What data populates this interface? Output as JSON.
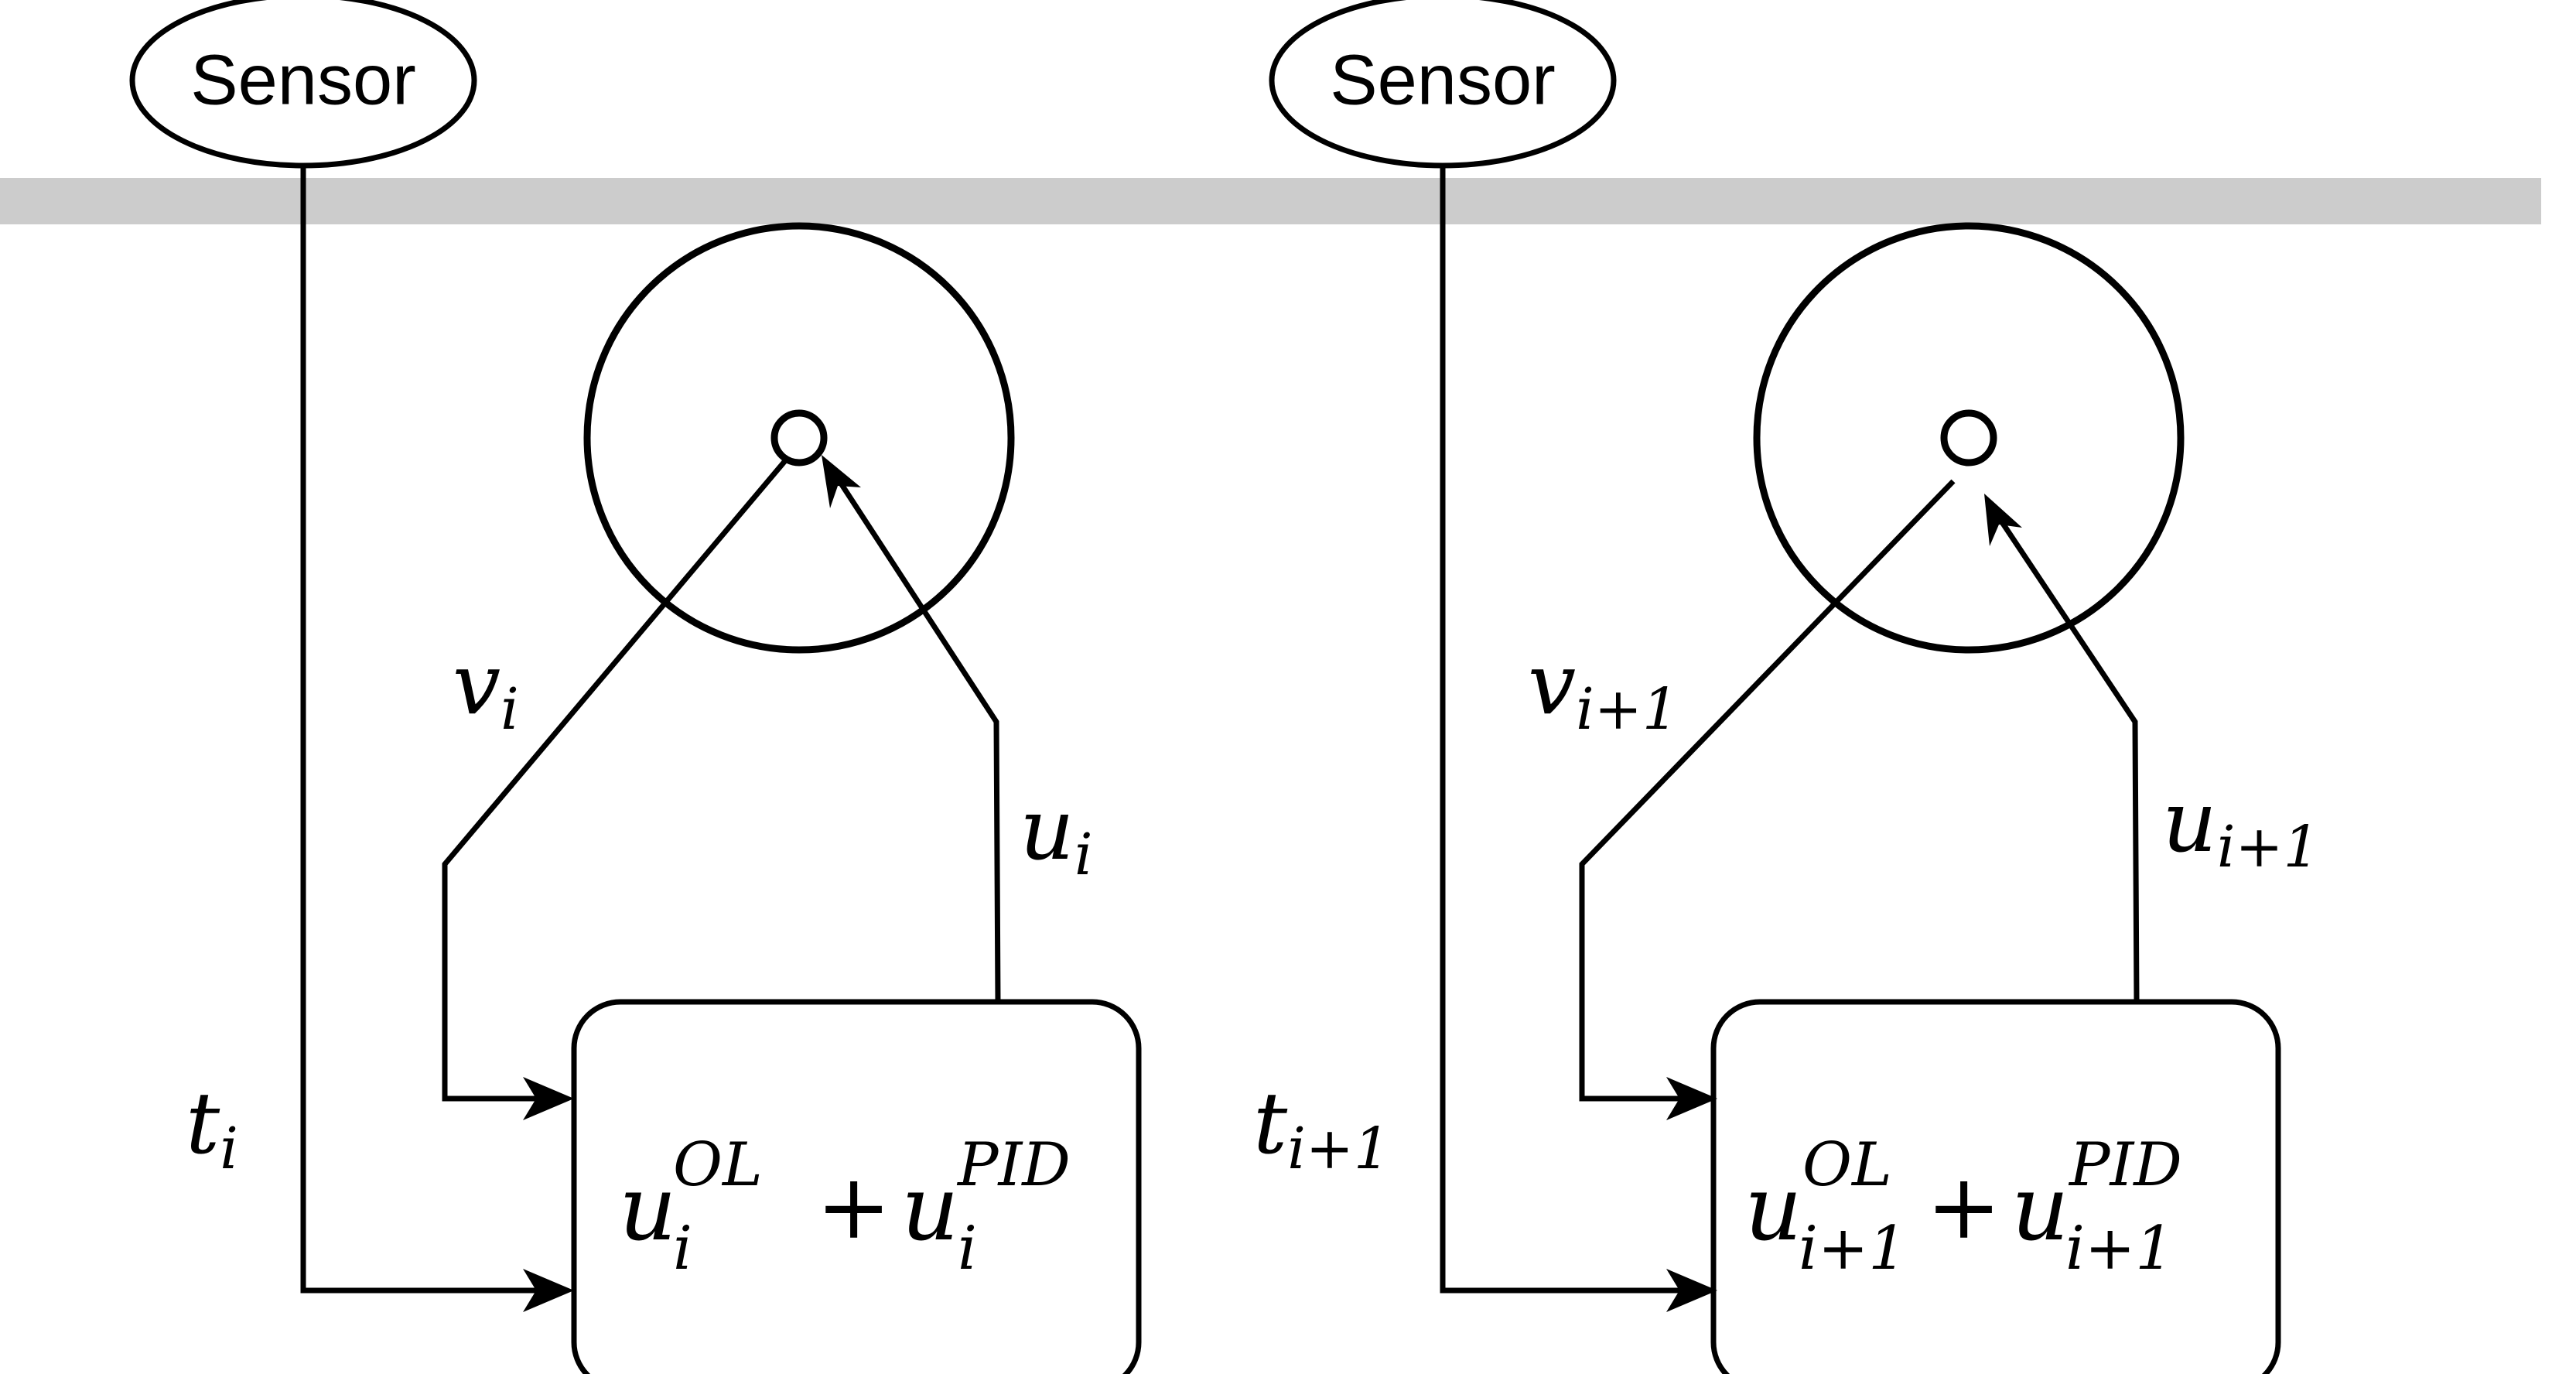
{
  "colors": {
    "stroke": "#000000",
    "band": "#cccccc",
    "background": "#ffffff"
  },
  "rail": {
    "color": "#cccccc"
  },
  "units": [
    {
      "sensor_label": "Sensor",
      "t_label": {
        "base": "t",
        "sub": "i"
      },
      "v_label": {
        "base": "v",
        "sub": "i"
      },
      "u_label": {
        "base": "u",
        "sub": "i"
      },
      "controller": {
        "term1": {
          "base": "u",
          "sub": "i",
          "sup": "OL"
        },
        "operator": "+",
        "term2": {
          "base": "u",
          "sub": "i",
          "sup": "PID"
        }
      }
    },
    {
      "sensor_label": "Sensor",
      "t_label": {
        "base": "t",
        "sub": "i+1"
      },
      "v_label": {
        "base": "v",
        "sub": "i+1"
      },
      "u_label": {
        "base": "u",
        "sub": "i+1"
      },
      "controller": {
        "term1": {
          "base": "u",
          "sub": "i+1",
          "sup": "OL"
        },
        "operator": "+",
        "term2": {
          "base": "u",
          "sub": "i+1",
          "sup": "PID"
        }
      }
    }
  ]
}
